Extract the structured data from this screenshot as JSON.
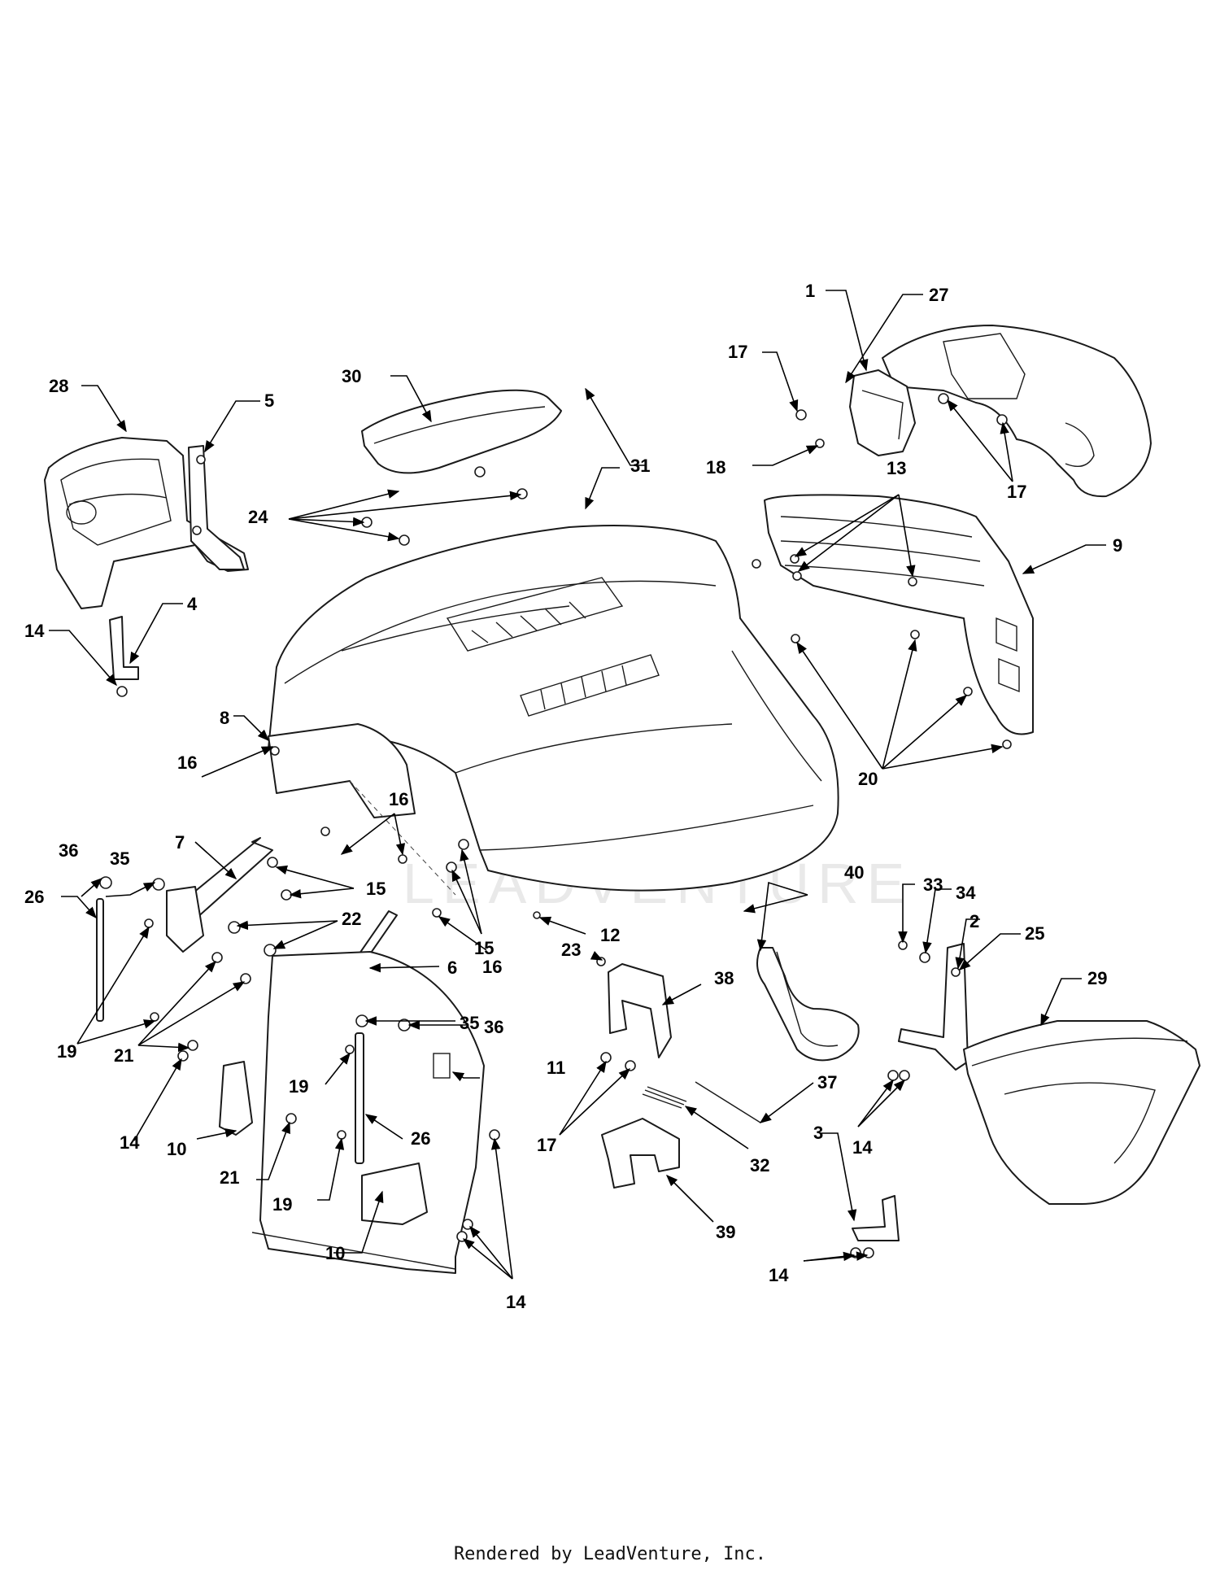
{
  "diagram": {
    "watermark": "LEADVENTURE",
    "footer": "Rendered by LeadVenture, Inc.",
    "callouts": [
      "1",
      "2",
      "3",
      "4",
      "5",
      "6",
      "7",
      "8",
      "9",
      "10",
      "11",
      "12",
      "13",
      "14",
      "15",
      "16",
      "17",
      "18",
      "19",
      "20",
      "21",
      "22",
      "23",
      "24",
      "25",
      "26",
      "27",
      "28",
      "29",
      "30",
      "31",
      "32",
      "33",
      "34",
      "35",
      "36",
      "37",
      "38",
      "39",
      "40"
    ]
  }
}
